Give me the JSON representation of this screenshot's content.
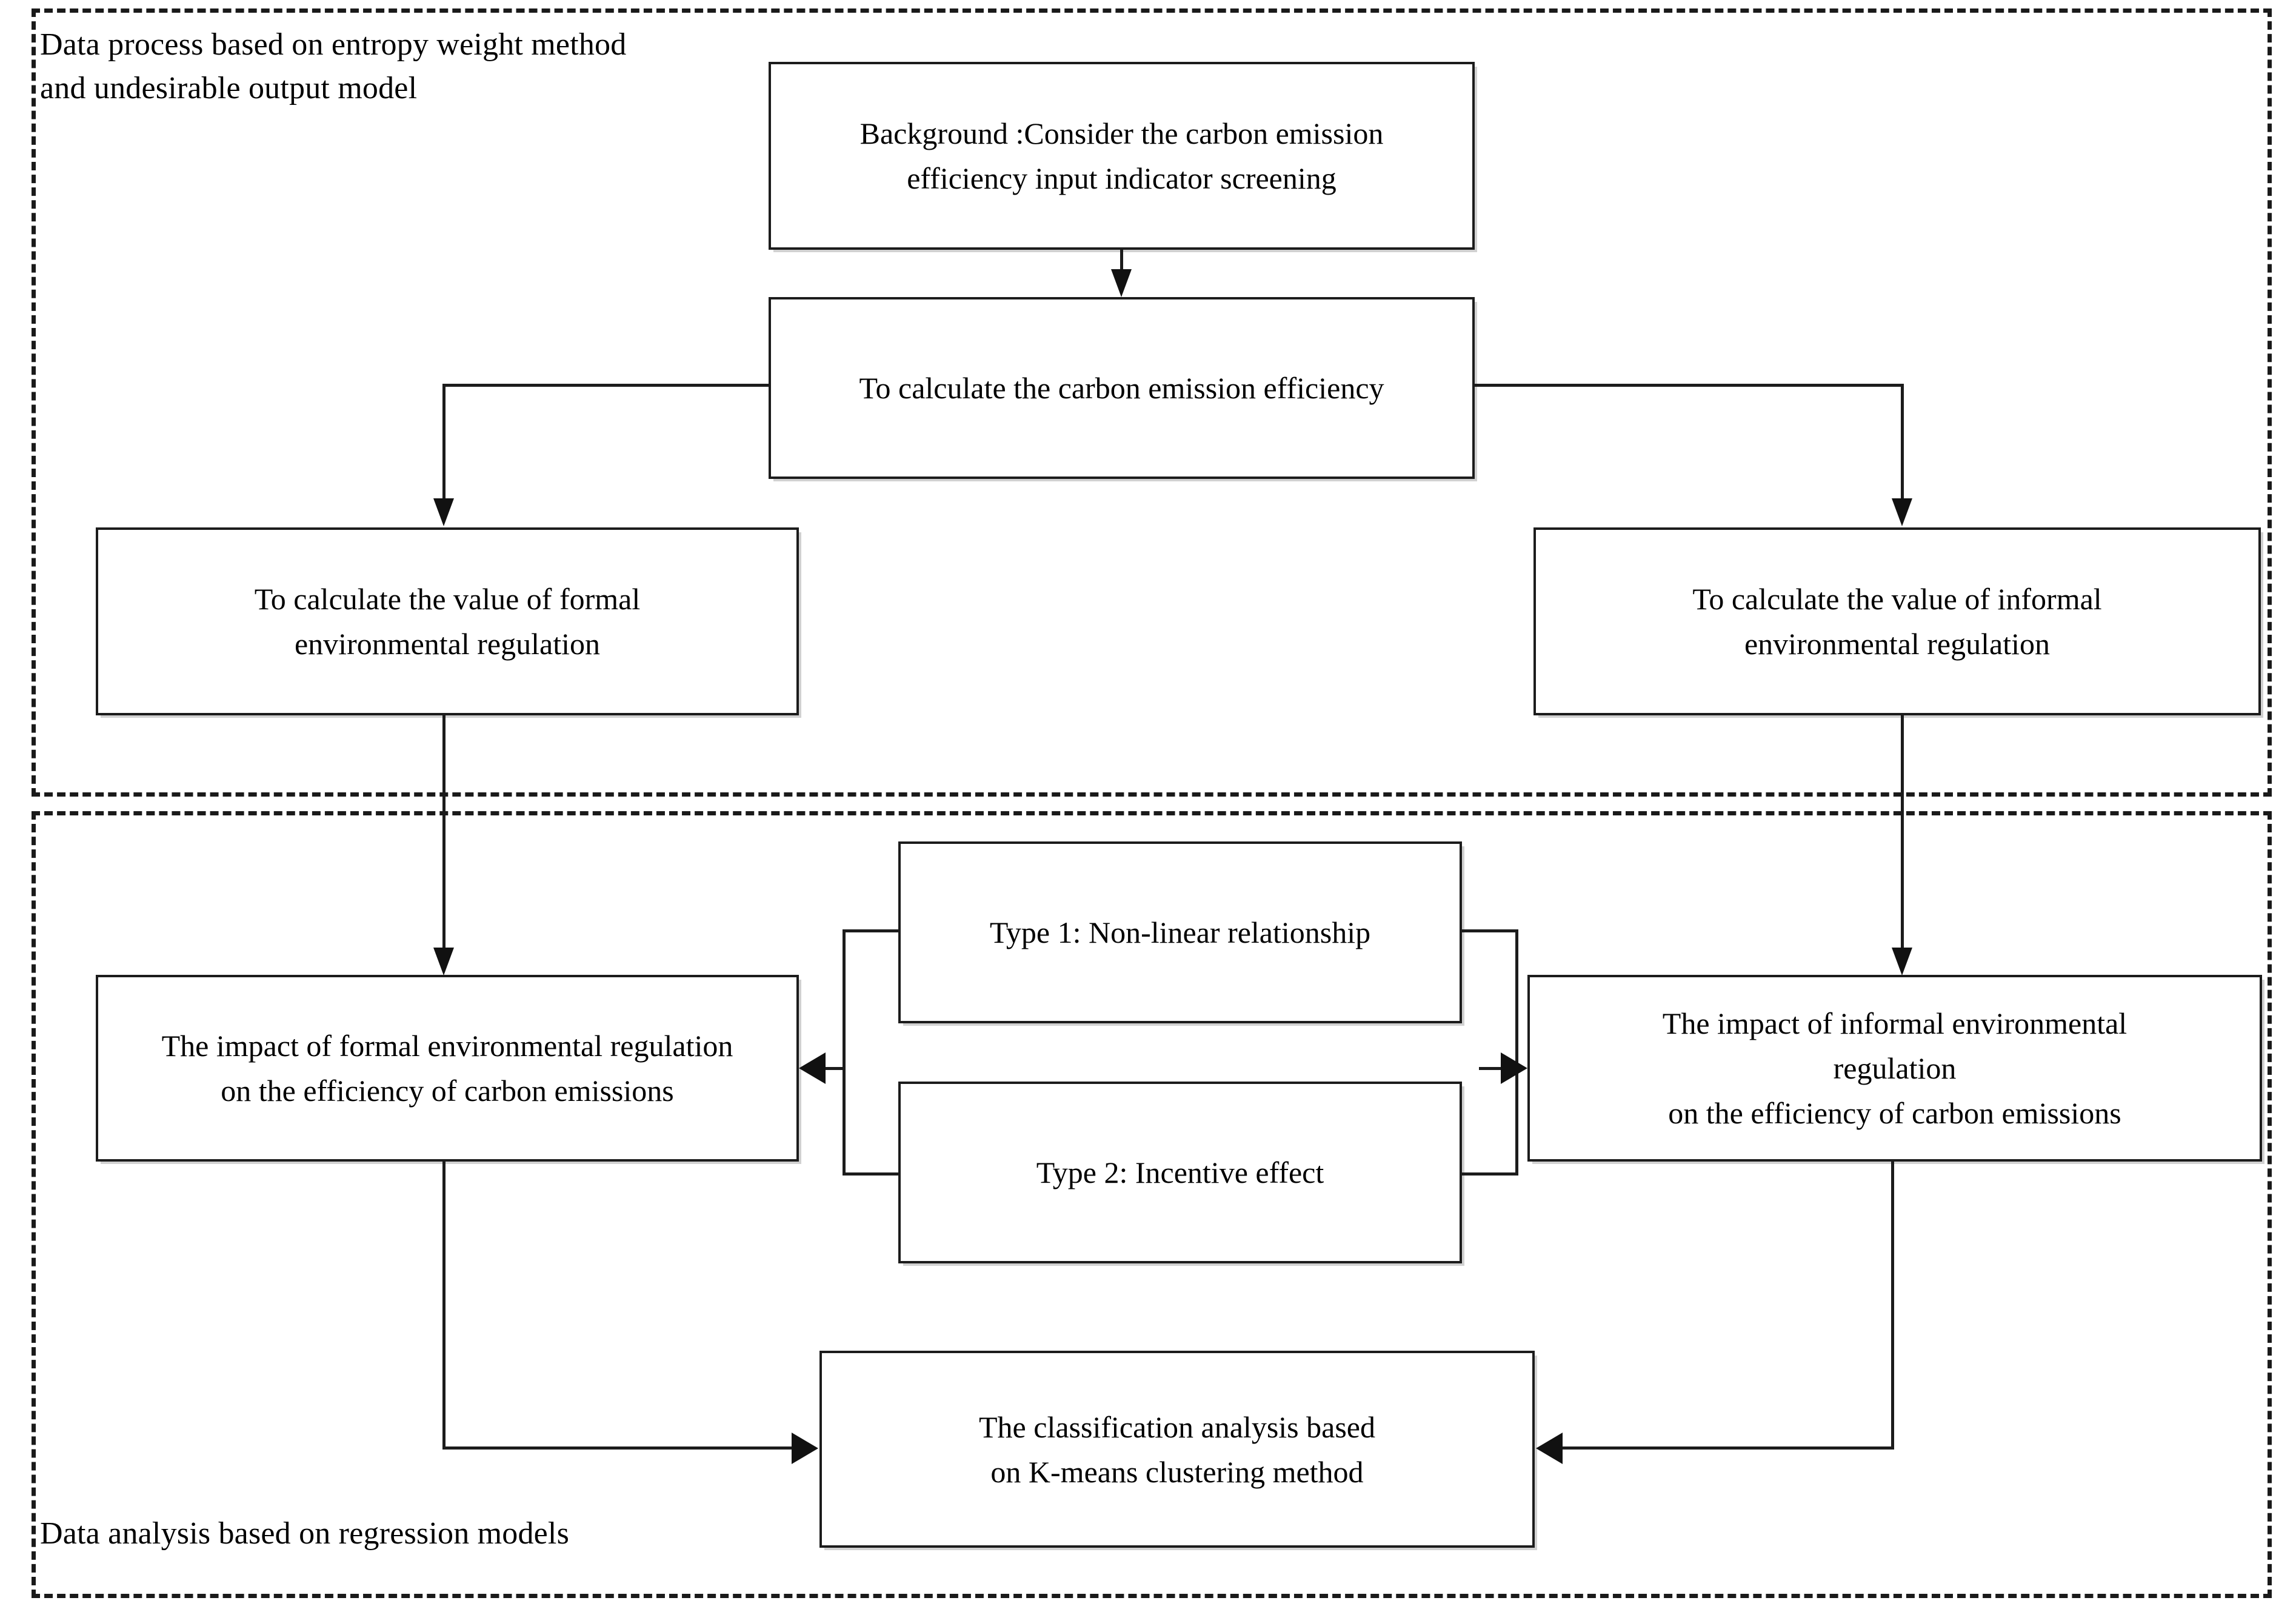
{
  "diagram": {
    "title_top": "Data process based on entropy weight method\nand undesirable output model",
    "title_bottom": "Data analysis based on regression models",
    "colors": {
      "line": "#1c1c1c",
      "box_border": "#1c1c1c",
      "background": "#ffffff",
      "text": "#000000"
    },
    "regions": [
      {
        "id": "top-region",
        "label": "Data process based on entropy weight method\nand undesirable output model"
      },
      {
        "id": "bottom-region",
        "label": "Data analysis based on regression models"
      }
    ],
    "nodes": [
      {
        "id": "background",
        "text": "Background :Consider the carbon emission\nefficiency input indicator screening"
      },
      {
        "id": "calc-efficiency",
        "text": "To calculate the carbon emission efficiency"
      },
      {
        "id": "formal-value",
        "text": "To calculate the value of formal\nenvironmental regulation"
      },
      {
        "id": "informal-value",
        "text": "To calculate the value of informal\nenvironmental regulation"
      },
      {
        "id": "type1",
        "text": "Type 1: Non-linear relationship"
      },
      {
        "id": "type2",
        "text": "Type 2: Incentive effect"
      },
      {
        "id": "formal-impact",
        "text": "The impact of formal environmental regulation\non the efficiency of carbon emissions"
      },
      {
        "id": "informal-impact",
        "text": "The impact of informal environmental\nregulation\non the efficiency of carbon emissions"
      },
      {
        "id": "kmeans",
        "text": "The classification analysis based\non K-means clustering method"
      }
    ],
    "edges": [
      {
        "from": "background",
        "to": "calc-efficiency",
        "kind": "down-arrow"
      },
      {
        "from": "calc-efficiency",
        "to": "formal-value",
        "kind": "split-left-down-arrow"
      },
      {
        "from": "calc-efficiency",
        "to": "informal-value",
        "kind": "split-right-down-arrow"
      },
      {
        "from": "formal-value",
        "to": "formal-impact",
        "kind": "down-arrow"
      },
      {
        "from": "informal-value",
        "to": "informal-impact",
        "kind": "down-arrow"
      },
      {
        "from": "type1",
        "to": "formal-impact",
        "kind": "bracket-left-arrow"
      },
      {
        "from": "type2",
        "to": "formal-impact",
        "kind": "bracket-left-arrow"
      },
      {
        "from": "type1",
        "to": "informal-impact",
        "kind": "bracket-right-arrow"
      },
      {
        "from": "type2",
        "to": "informal-impact",
        "kind": "bracket-right-arrow"
      },
      {
        "from": "formal-impact",
        "to": "kmeans",
        "kind": "down-right-arrow"
      },
      {
        "from": "informal-impact",
        "to": "kmeans",
        "kind": "down-left-arrow"
      }
    ]
  }
}
